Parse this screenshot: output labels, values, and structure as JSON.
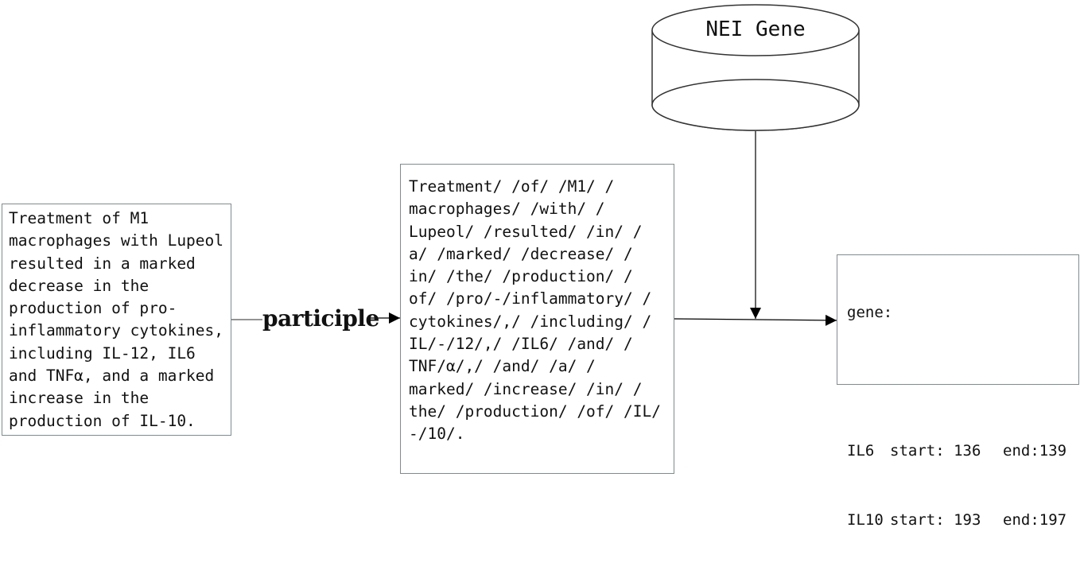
{
  "input": {
    "text_lines": [
      "Treatment of M1",
      "macrophages with Lupeol",
      "resulted in a marked",
      "decrease in the",
      "production of pro-",
      "inflammatory cytokines,",
      "including IL-12, IL6",
      "and TNFα, and a marked",
      "increase in the",
      "production of IL-10."
    ]
  },
  "edge_label": "participle",
  "tokens": {
    "text_lines": [
      "Treatment/ /of/ /M1/ /",
      "macrophages/ /with/ /",
      "Lupeol/ /resulted/ /in/ /",
      "a/ /marked/ /decrease/ /",
      "in/ /the/ /production/ /",
      "of/ /pro/-/inflammatory/ /",
      "cytokines/,/ /including/ /",
      "IL/-/12/,/ /IL6/ /and/ /",
      "TNF/α/,/ /and/ /a/ /",
      "marked/ /increase/ /in/ /",
      "the/ /production/ /of/ /IL/",
      "-/10/."
    ]
  },
  "database": {
    "label": "NEI Gene"
  },
  "output": {
    "title": "gene:",
    "rows": [
      {
        "gene": "IL6",
        "start": "start: 136",
        "end": "end:139"
      },
      {
        "gene": "IL10",
        "start": "start: 193",
        "end": "end:197"
      }
    ]
  }
}
